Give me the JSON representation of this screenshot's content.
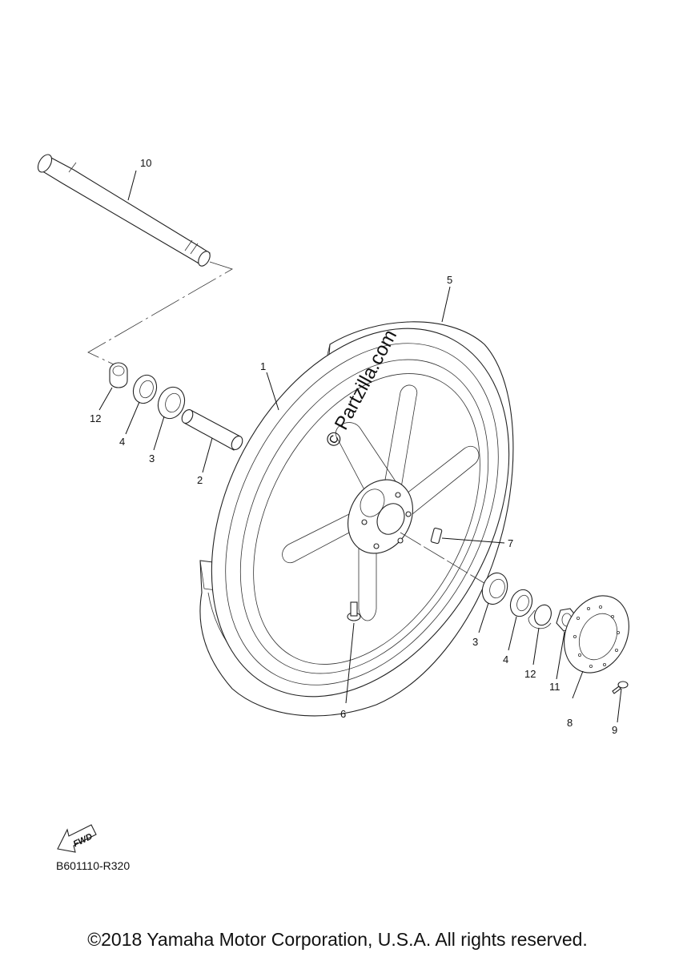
{
  "diagram": {
    "callouts": {
      "axle": "10",
      "tire": "5",
      "wheel": "1",
      "collar_left": "12",
      "seal_left": "4",
      "bearing_left": "3",
      "spacer": "2",
      "balance_weight": "7",
      "bearing_right": "3",
      "seal_right": "4",
      "collar_right": "12",
      "axle_nut": "11",
      "valve": "6",
      "brake_disc": "8",
      "disc_bolt": "9"
    },
    "watermark": "© Partzilla.com",
    "fwd_label": "FWD",
    "diagram_code": "B601110-R320",
    "copyright": "©2018 Yamaha Motor Corporation, U.S.A. All rights reserved."
  }
}
